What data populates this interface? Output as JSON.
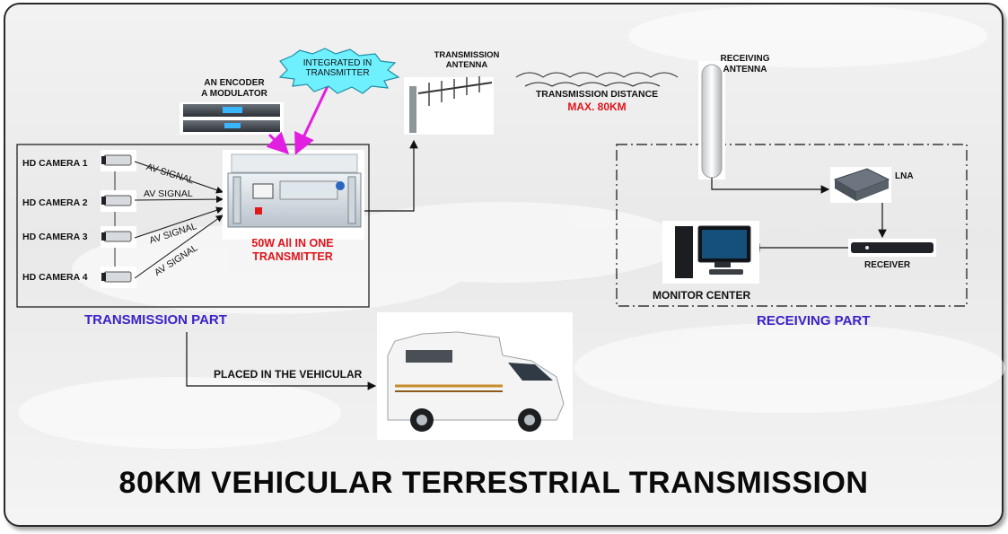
{
  "title": "80KM VEHICULAR TERRESTRIAL TRANSMISSION",
  "cameras": [
    "HD CAMERA 1",
    "HD CAMERA 2",
    "HD CAMERA 3",
    "HD CAMERA 4"
  ],
  "av_signal": "AV SIGNAL",
  "encoder": {
    "line1": "AN ENCODER",
    "line2": "A MODULATOR"
  },
  "callout": {
    "line1": "INTEGRATED IN",
    "line2": "TRANSMITTER"
  },
  "tx_antenna": {
    "line1": "TRANSMISSION",
    "line2": "ANTENNA"
  },
  "distance": {
    "label": "TRANSMISSION DISTANCE",
    "value": "MAX. 80KM"
  },
  "rx_antenna": {
    "line1": "RECEIVING",
    "line2": "ANTENNA"
  },
  "lna": "LNA",
  "receiver": "RECEIVER",
  "monitor_center": "MONITOR CENTER",
  "transmitter": {
    "line1": "50W All IN ONE",
    "line2": "TRANSMITTER"
  },
  "transmission_part": "TRANSMISSION PART",
  "receiving_part": "RECEIVING PART",
  "placed": "PLACED IN THE VEHICULAR",
  "colors": {
    "accent_red": "#e0141b",
    "part_blue": "#3b22c8",
    "magenta": "#e21fe0",
    "callout_cyan": "#6ff0ff"
  }
}
